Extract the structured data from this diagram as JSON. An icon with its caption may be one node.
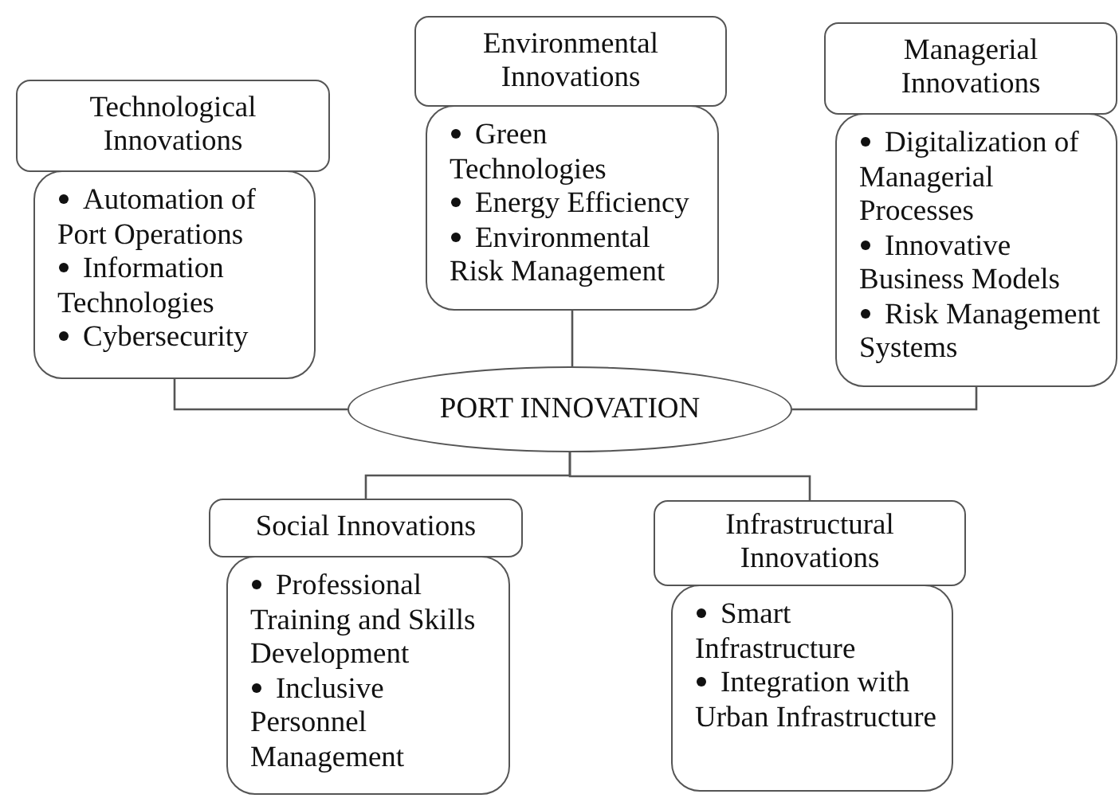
{
  "diagram": {
    "nodes": [
      {
        "text": [
          "Technological Innovations"
        ]
      },
      {
        "text": [
          "Automation of Port Operations",
          "Information Technologies",
          "Cybersecurity"
        ]
      },
      {
        "text": [
          "Environmental Innovations"
        ]
      },
      {
        "text": [
          "Green Technologies",
          "Energy Efficiency",
          "Environmental Risk Management"
        ]
      },
      {
        "text": [
          "Managerial Innovations"
        ]
      },
      {
        "text": [
          "Digitalization of Managerial Processes",
          "Innovative Business Models",
          "Risk Management Systems"
        ]
      },
      {
        "text": [
          "PORT INNOVATION"
        ]
      },
      {
        "text": [
          "Social Innovations"
        ]
      },
      {
        "text": [
          "Professional Training and Skills Development",
          "Inclusive Personnel Management"
        ]
      },
      {
        "text": [
          "Infrastructural Innovations"
        ]
      },
      {
        "text": [
          "Smart Infrastructure",
          "Integration with Urban Infrastructure"
        ]
      }
    ],
    "edges": [
      {
        "from": 6,
        "to": 1,
        "arrow": "none"
      },
      {
        "from": 6,
        "to": 3,
        "arrow": "none"
      },
      {
        "from": 6,
        "to": 5,
        "arrow": "none"
      },
      {
        "from": 6,
        "to": 7,
        "arrow": "none"
      },
      {
        "from": 6,
        "to": 9,
        "arrow": "none"
      }
    ]
  }
}
